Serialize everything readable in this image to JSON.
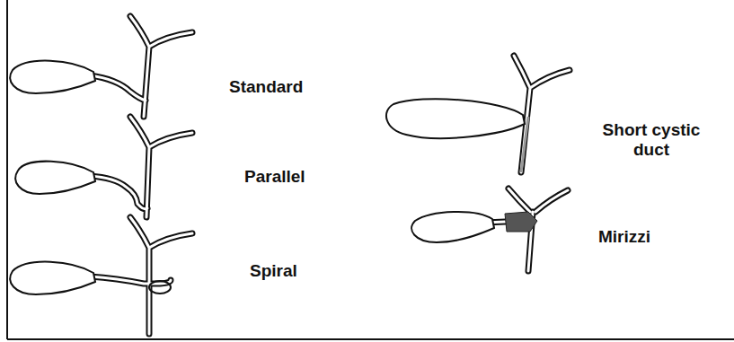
{
  "diagram": {
    "labels": [
      "Standard",
      "Parallel",
      "Spiral",
      "Short cystic duct",
      "Mirizzi"
    ]
  }
}
